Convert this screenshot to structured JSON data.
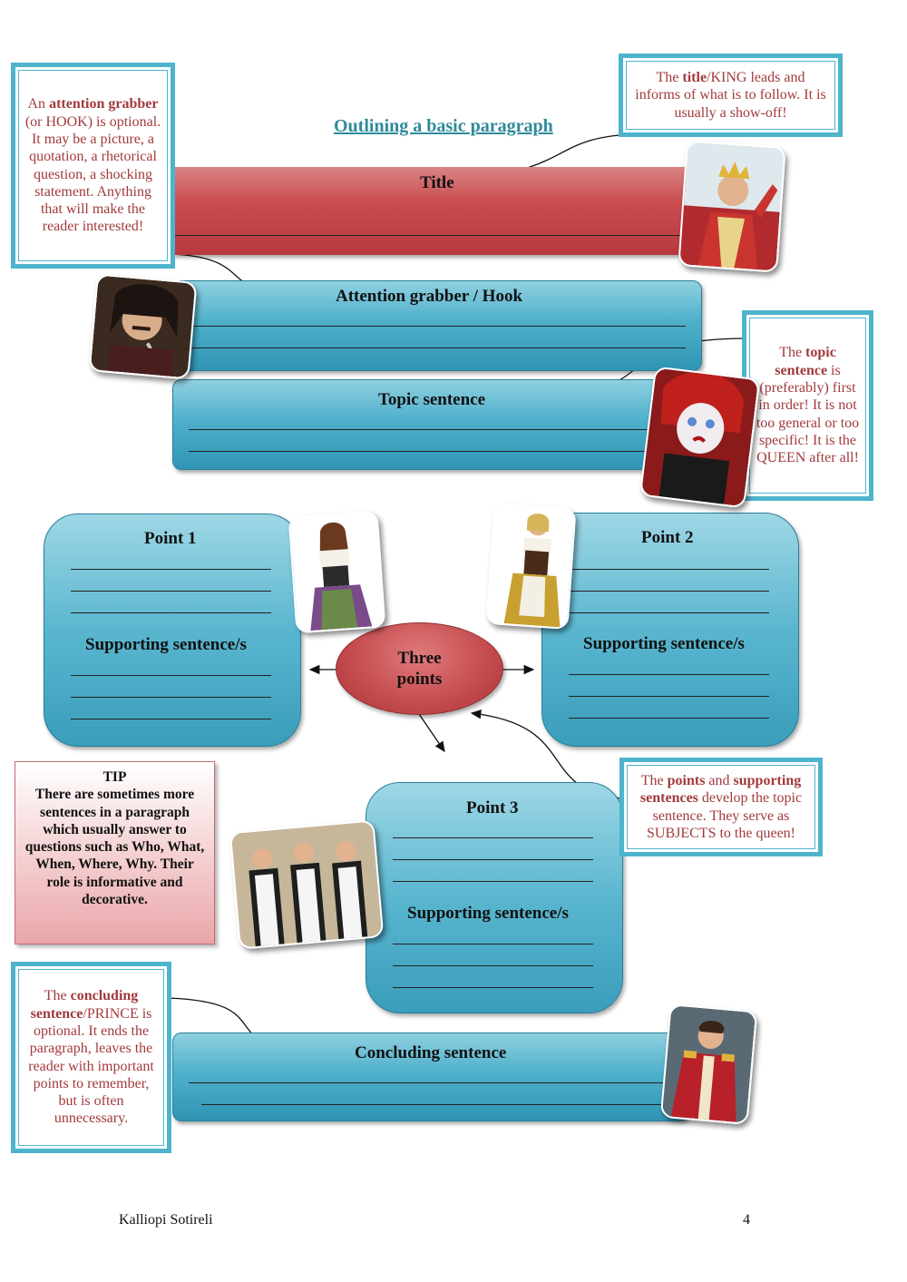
{
  "page_title": "Outlining a basic paragraph",
  "bars": {
    "title": "Title",
    "hook": "Attention grabber / Hook",
    "topic": "Topic sentence",
    "concluding": "Concluding sentence"
  },
  "points": {
    "p1": "Point 1",
    "p2": "Point 2",
    "p3": "Point 3",
    "supporting": "Supporting sentence/s",
    "center_line1": "Three",
    "center_line2": "points"
  },
  "notes": {
    "hook": {
      "pre": "An ",
      "bold": "attention grabber",
      "post": " (or HOOK) is optional. It may be a picture, a quotation, a rhetorical question, a shocking statement. Anything that will make the reader interested!"
    },
    "title": {
      "pre": "The ",
      "bold": "title",
      "post": "/KING leads and informs of what is to follow. It is usually a show-off!"
    },
    "topic": {
      "pre": "The ",
      "bold": "topic sentence",
      "post": " is (preferably) first in order! It is not too general or too specific! It is the QUEEN after all!"
    },
    "points": {
      "pre": "The ",
      "bold1": "points",
      "mid": " and ",
      "bold2": "supporting sentences",
      "post": " develop the topic sentence. They serve as SUBJECTS to the queen!"
    },
    "concluding": {
      "pre": "The ",
      "bold": "concluding sentence",
      "post": "/PRINCE is optional. It ends the paragraph, leaves the reader with important points to remember, but is often unnecessary."
    }
  },
  "tip": {
    "heading": "TIP",
    "body": "There are sometimes more sentences in a paragraph which usually answer to questions such as Who, What, When, Where, Why. Their role is informative and decorative."
  },
  "footer": {
    "author": "Kalliopi Sotireli",
    "page_number": "4"
  },
  "colors": {
    "teal": "#4db4cc",
    "note_text": "#a23a3c",
    "title_bar": "#c94d50",
    "box_blue": "#5ab6cf"
  },
  "images": [
    "king-photo",
    "hook-pirate-photo",
    "queen-photo",
    "peasant-girl-photo",
    "maid-girl-photo",
    "servants-photo",
    "prince-photo"
  ]
}
